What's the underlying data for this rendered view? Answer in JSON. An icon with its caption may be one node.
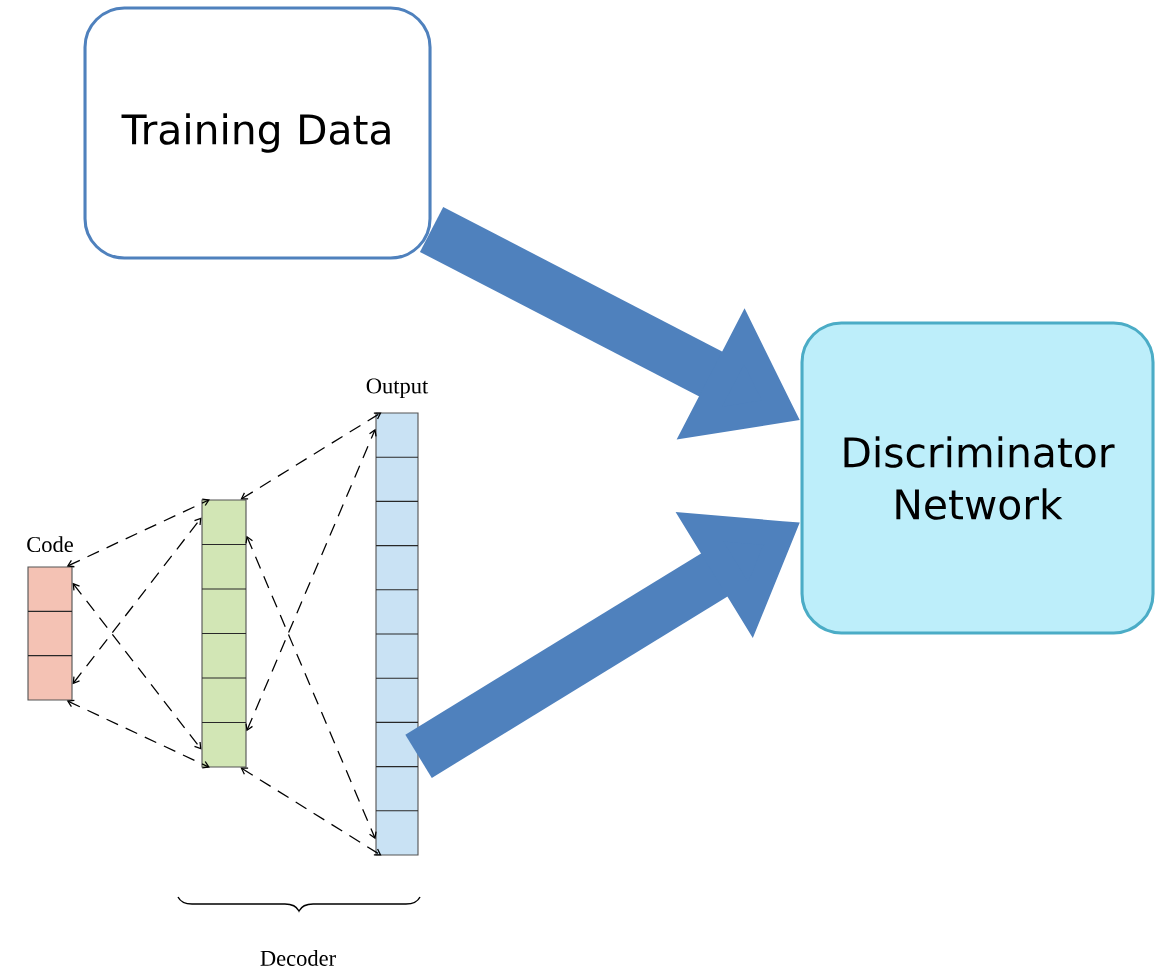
{
  "diagram": {
    "nodes": [
      {
        "text": [
          "Training Data"
        ]
      },
      {
        "text": [
          "Discriminator Network"
        ]
      },
      {
        "text": [
          "Code"
        ]
      },
      {
        "text": [],
        "shape": "bar"
      },
      {
        "text": [
          "Output"
        ]
      }
    ],
    "edges": [
      {
        "from": 0,
        "to": 1,
        "arrow": "to",
        "style": "thick",
        "color": "#4f81bd"
      },
      {
        "from": 4,
        "to": 1,
        "arrow": "to",
        "style": "thick",
        "color": "#4f81bd"
      },
      {
        "from": 2,
        "to": 3,
        "arrow": "both",
        "style": "dashed"
      },
      {
        "from": 2,
        "to": 3,
        "arrow": "both",
        "style": "dashed"
      },
      {
        "from": 2,
        "to": 3,
        "arrow": "both",
        "style": "dashed"
      },
      {
        "from": 2,
        "to": 3,
        "arrow": "both",
        "style": "dashed"
      },
      {
        "from": 3,
        "to": 4,
        "arrow": "both",
        "style": "dashed"
      },
      {
        "from": 3,
        "to": 4,
        "arrow": "both",
        "style": "dashed"
      },
      {
        "from": 3,
        "to": 4,
        "arrow": "both",
        "style": "dashed"
      },
      {
        "from": 3,
        "to": 4,
        "arrow": "both",
        "style": "dashed"
      }
    ],
    "labels": [
      "Decoder"
    ]
  }
}
